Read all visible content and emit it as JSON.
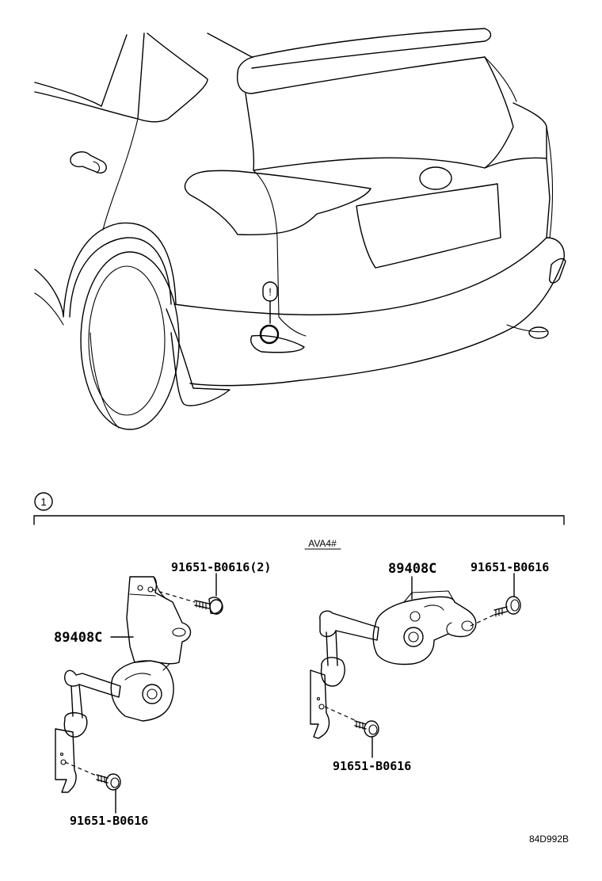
{
  "callout": {
    "number": "1",
    "marker": "!"
  },
  "variant_code": "AVA4#",
  "diagram_id": "84D992B",
  "left_assembly": {
    "sensor_part": "89408C",
    "upper_bolt_part": "91651-B0616(2)",
    "lower_bolt_part": "91651-B0616"
  },
  "right_assembly": {
    "sensor_part": "89408C",
    "upper_bolt_part": "91651-B0616",
    "lower_bolt_part": "91651-B0616"
  }
}
